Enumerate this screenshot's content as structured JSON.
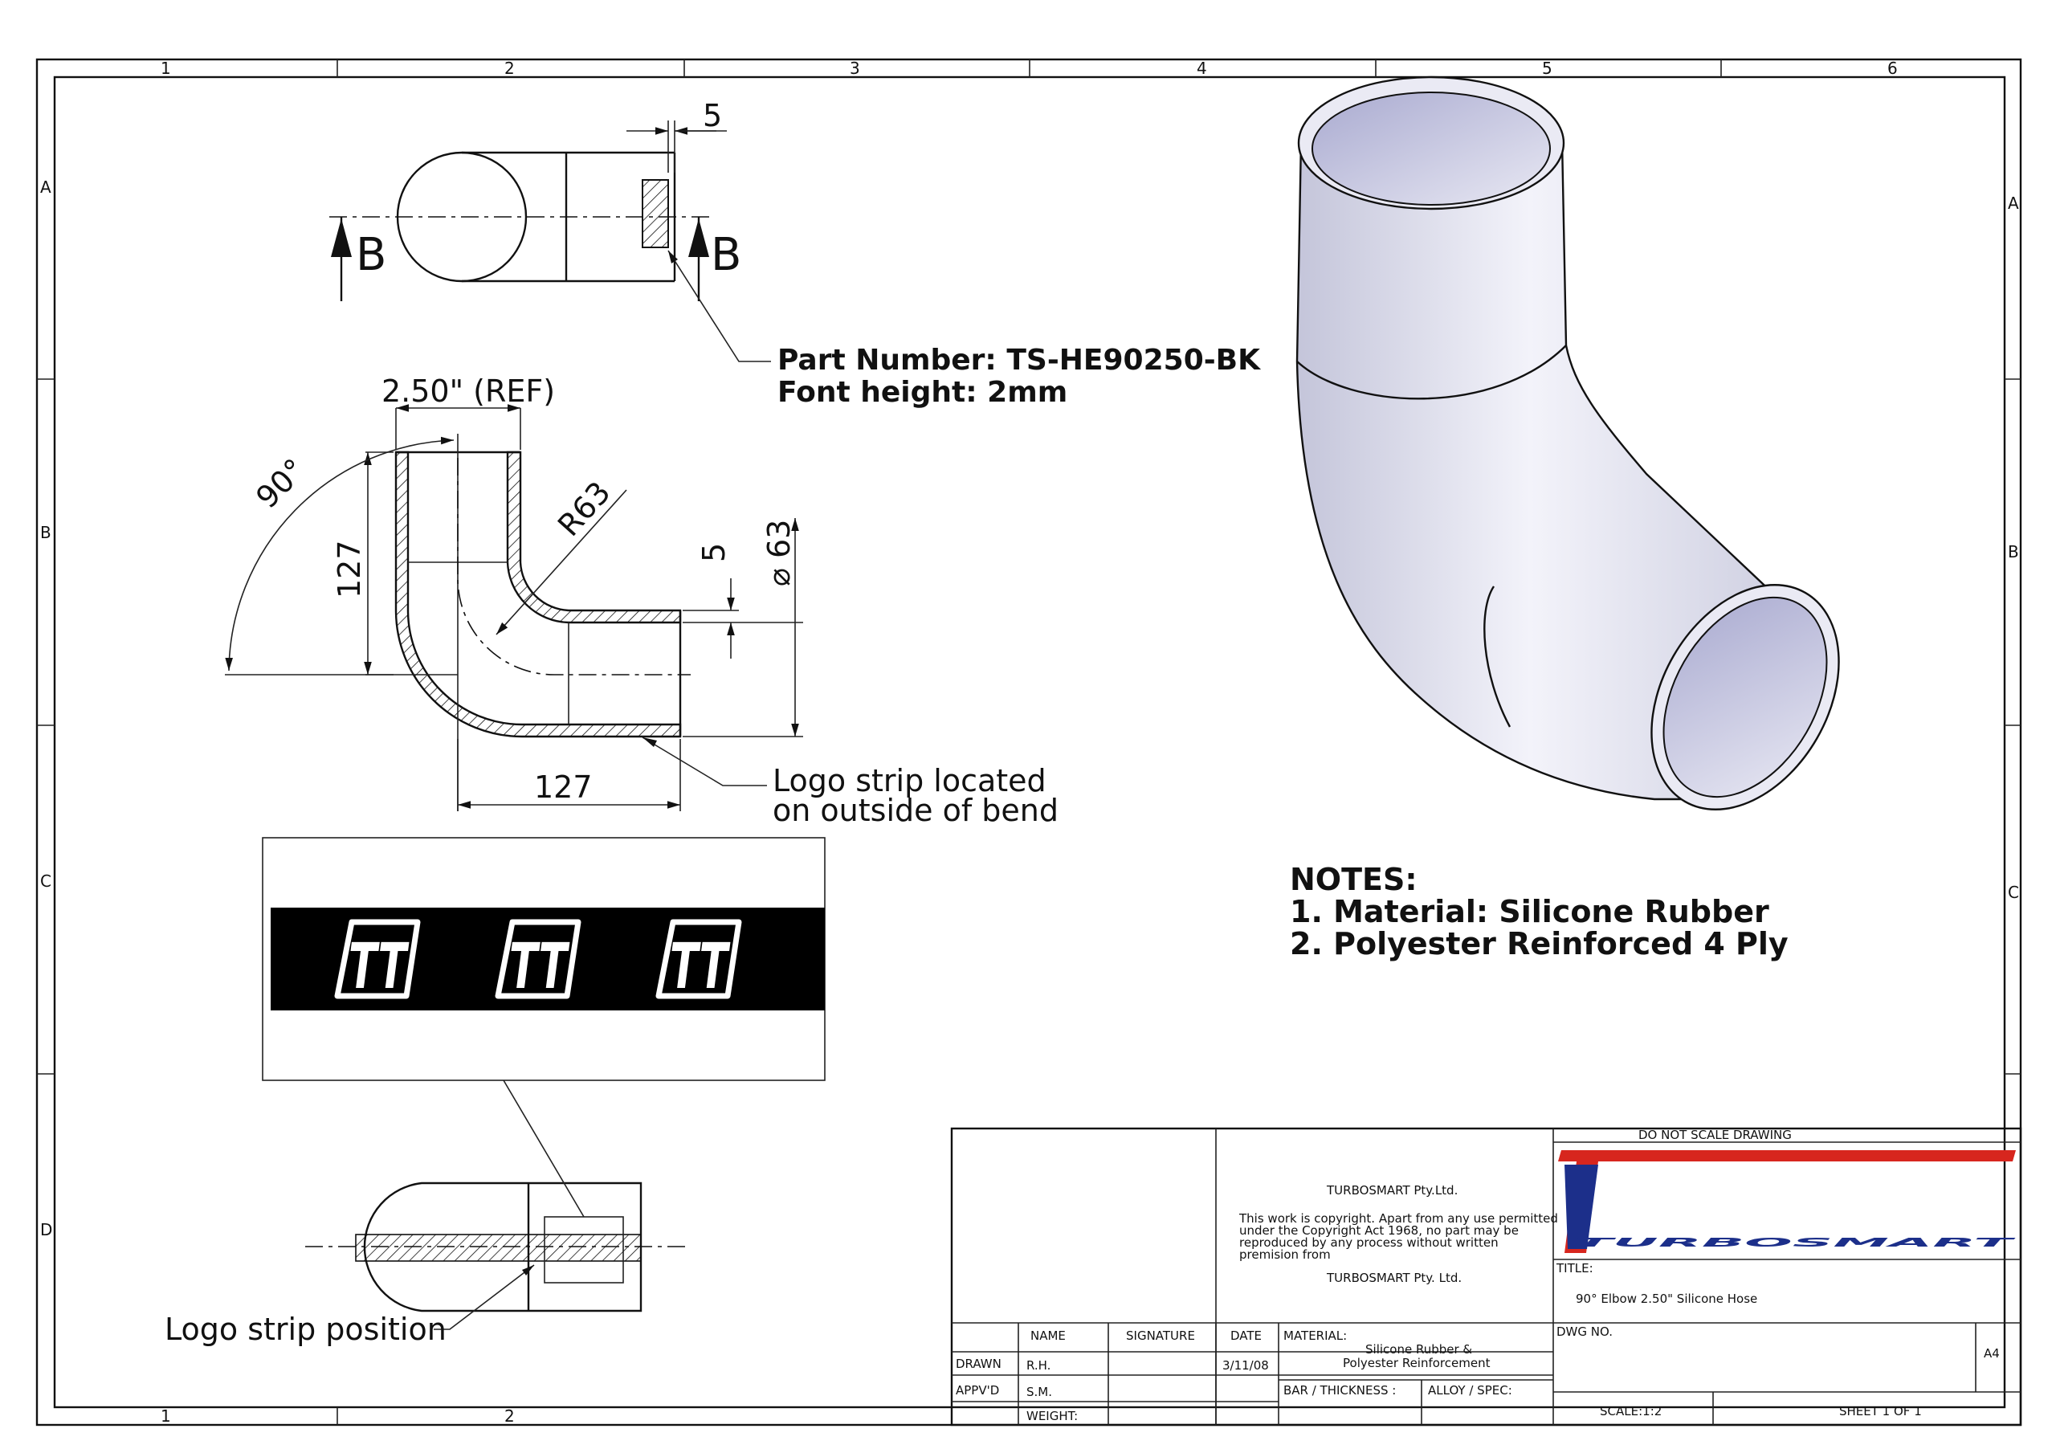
{
  "border": {
    "columns": [
      "1",
      "2",
      "3",
      "4",
      "5",
      "6"
    ],
    "rows": [
      "A",
      "B",
      "C",
      "D"
    ]
  },
  "section": {
    "marker": "B",
    "offset_dim": "5"
  },
  "callouts": {
    "part_number": "Part Number: TS-HE90250-BK",
    "font_height": "Font height: 2mm",
    "logo_strip_line1": "Logo strip located",
    "logo_strip_line2": "on outside of bend",
    "logo_position": "Logo strip position"
  },
  "dimensions": {
    "ref_diameter": "2.50\" (REF)",
    "angle": "90°",
    "height": "127",
    "radius": "R63",
    "wall": "5",
    "diameter": "⌀ 63",
    "length": "127"
  },
  "notes": {
    "heading": "NOTES:",
    "line1": "1. Material: Silicone Rubber",
    "line2": "2. Polyester Reinforced 4 Ply"
  },
  "logo_band": {
    "glyph": "TT",
    "count": 3
  },
  "title_block": {
    "do_not_scale": "DO NOT SCALE DRAWING",
    "company": "TURBOSMART Pty.Ltd.",
    "copyright_lines": [
      "This work is copyright. Apart from any use permitted",
      "under the Copyright Act 1968, no part may be",
      "reproduced by any process without written",
      "premision from"
    ],
    "company_footer": "TURBOSMART Pty. Ltd.",
    "brand": "TURBOSMART",
    "title_label": "TITLE:",
    "title": "90° Elbow 2.50\" Silicone Hose",
    "dwg_label": "DWG NO.",
    "size": "A4",
    "name_header": "NAME",
    "signature_header": "SIGNATURE",
    "date_header": "DATE",
    "material_label": "MATERIAL:",
    "material_line1": "Silicone Rubber &",
    "material_line2": "Polyester Reinforcement",
    "drawn_label": "DRAWN",
    "drawn_name": "R.H.",
    "drawn_date": "3/11/08",
    "approved_label": "APPV'D",
    "approved_name": "S.M.",
    "bar_label": "BAR / THICKNESS :",
    "alloy_label": "ALLOY / SPEC:",
    "weight_label": "WEIGHT:",
    "scale": "SCALE:1:2",
    "sheet": "SHEET 1 OF 1"
  },
  "colors": {
    "line": "#111111",
    "hose_fill": "#dcdde8",
    "hose_highlight": "#f4f4fb",
    "hose_inner": "#b8b9d6",
    "brand_red": "#d7261e",
    "brand_blue": "#1c2f8a",
    "logo_band": "#000000"
  }
}
